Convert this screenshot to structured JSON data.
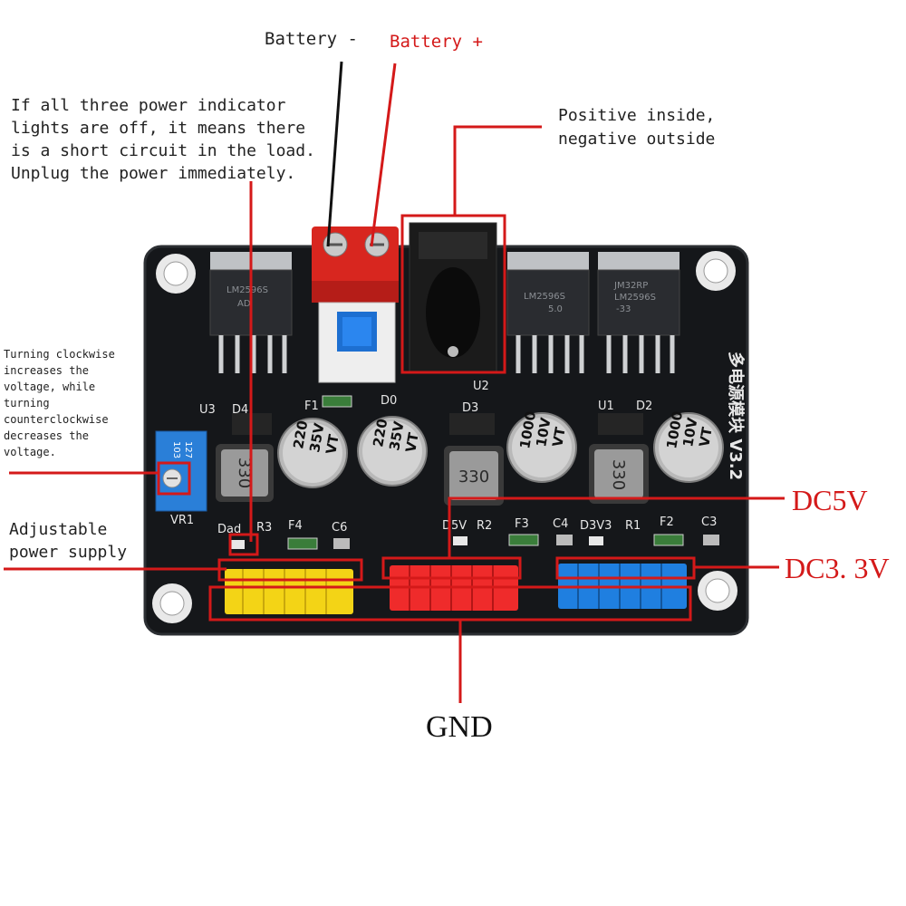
{
  "labels": {
    "battery_minus": "Battery -",
    "battery_plus": "Battery +",
    "warning": [
      "If all three power indicator",
      "lights are off, it means there",
      "is a short circuit in the load.",
      "Unplug the power immediately."
    ],
    "dc_jack": [
      "Positive inside,",
      "negative outside"
    ],
    "potentiometer": [
      "Turning clockwise",
      "increases the",
      "voltage, while",
      "turning",
      "counterclockwise",
      "decreases the",
      "voltage."
    ],
    "adjustable": [
      "Adjustable",
      "power supply"
    ],
    "dc5v": "DC5V",
    "dc33v": "DC3. 3V",
    "gnd": "GND"
  },
  "board": {
    "title_vertical": "多电源模块 V3.2",
    "ic_u3": [
      "LM2596S",
      "ADJ"
    ],
    "ic_u2": [
      "LM2596S",
      "5.0"
    ],
    "ic_u1": [
      "JM32RP",
      "LM2596S",
      "-33"
    ],
    "cap_220_a": [
      "220",
      "35V",
      "VT"
    ],
    "cap_220_b": [
      "220",
      "35V",
      "VT"
    ],
    "cap_1000_a": [
      "1000",
      "10V",
      "VT"
    ],
    "cap_1000_b": [
      "1000",
      "10V",
      "VT"
    ],
    "inductor_a": "330",
    "inductor_b": "330",
    "inductor_c": "330",
    "pot_code": [
      "127",
      "103"
    ],
    "silk": {
      "u3": "U3",
      "d4": "D4",
      "u2": "U2",
      "d3": "D3",
      "u1": "U1",
      "d2": "D2",
      "d0": "D0",
      "f1": "F1",
      "vr1": "VR1",
      "dad": "Dad",
      "r3": "R3",
      "f4": "F4",
      "c6": "C6",
      "d5v": "D5V",
      "r2": "R2",
      "f3": "F3",
      "c4": "C4",
      "d3v3": "D3V3",
      "r1": "R1",
      "f2": "F2",
      "c3": "C3"
    }
  },
  "colors": {
    "annotation": "#d41919",
    "board": "#15171a",
    "header_adj": "#f3d416",
    "header_5v": "#ef2b2b",
    "header_33v": "#1f7fe0"
  }
}
